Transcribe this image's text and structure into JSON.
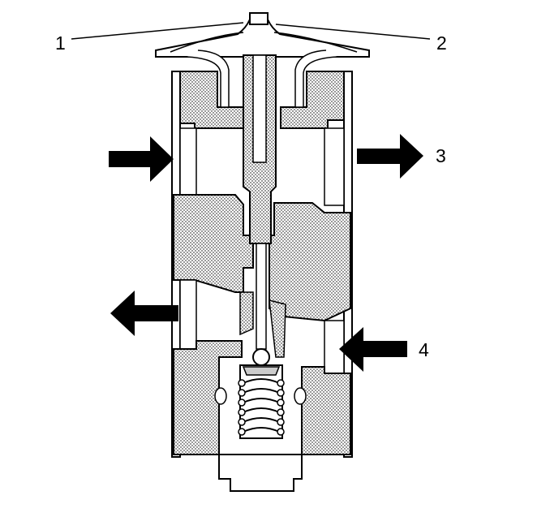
{
  "callouts": {
    "c1": "1",
    "c2": "2",
    "c3": "3",
    "c4": "4"
  },
  "colors": {
    "ink": "#000000",
    "stipple": "#d9d9d9",
    "background": "#ffffff"
  },
  "icons": {
    "flow_arrow": "solid-block-arrow",
    "spring": "coil-spring",
    "ball": "ball-valve"
  }
}
